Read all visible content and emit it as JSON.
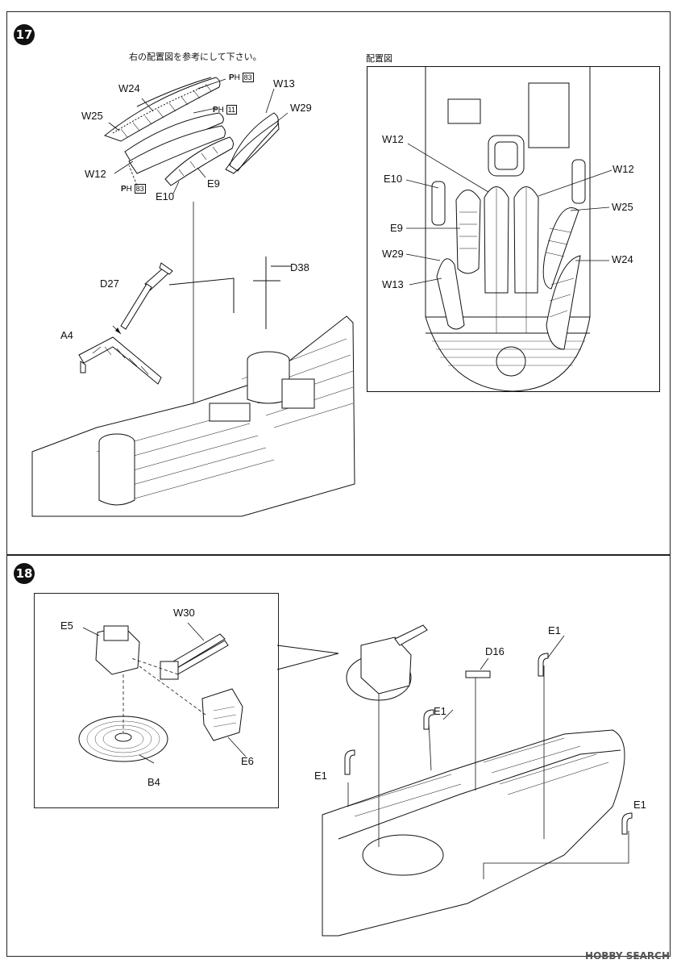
{
  "step17": {
    "number": "17",
    "instruction": "右の配置図を参考にして下さい。",
    "layout_title": "配置図",
    "parts": {
      "W24": "W24",
      "W25": "W25",
      "W12": "W12",
      "W13": "W13",
      "W29": "W29",
      "E9": "E9",
      "E10": "E10",
      "D27": "D27",
      "D38": "D38",
      "A4": "A4",
      "P83a": "83",
      "P11": "11",
      "P83b": "83"
    },
    "layout_labels": {
      "W12_left": "W12",
      "E10": "E10",
      "E9": "E9",
      "W29": "W29",
      "W13": "W13",
      "W12_right": "W12",
      "W25": "W25",
      "W24": "W24"
    }
  },
  "step18": {
    "number": "18",
    "parts": {
      "E5": "E5",
      "W30": "W30",
      "E6": "E6",
      "B4": "B4",
      "D16": "D16",
      "E1_a": "E1",
      "E1_b": "E1",
      "E1_c": "E1",
      "E1_d": "E1"
    }
  },
  "watermark": "HOBBY SEARCH"
}
